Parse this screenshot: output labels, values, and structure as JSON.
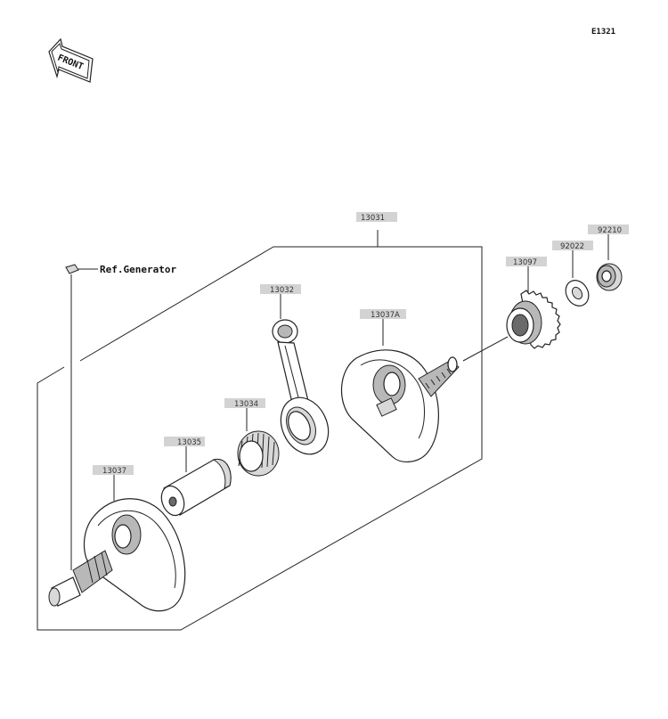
{
  "diagram_code": "E1321",
  "front_label": "FRONT",
  "ref_label": "Ref.Generator",
  "parts": {
    "p13031": "13031",
    "p13032": "13032",
    "p13037A": "13037A",
    "p13097": "13097",
    "p92022": "92022",
    "p92210": "92210",
    "p13034": "13034",
    "p13035": "13035",
    "p13037": "13037"
  },
  "colors": {
    "tag_background": "#d3d3d3",
    "line": "#222222"
  }
}
